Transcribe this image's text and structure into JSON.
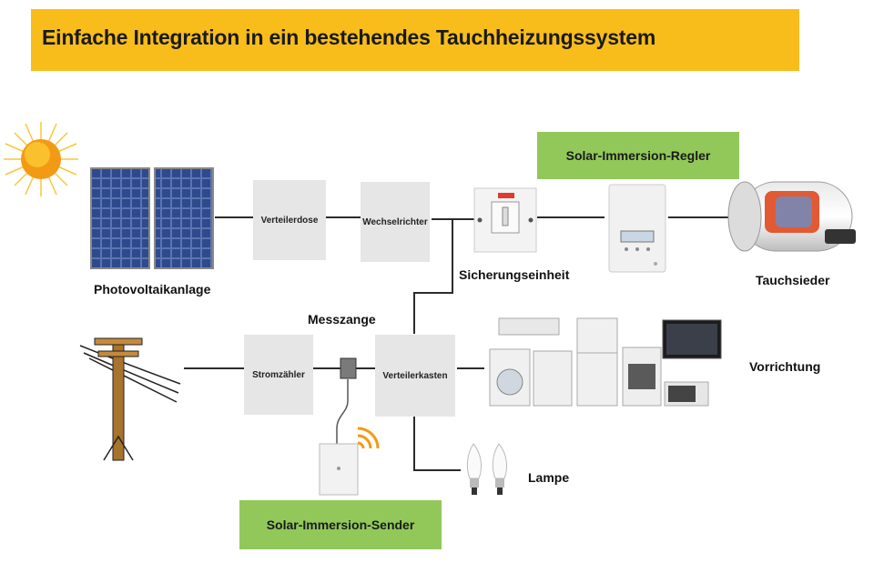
{
  "title": "Einfache Integration in ein bestehendes Tauchheizungssystem",
  "labels": {
    "pv": "Photovoltaikanlage",
    "junction_box": "Verteilerdose",
    "inverter": "Wechselrichter",
    "fuse_unit": "Sicherungseinheit",
    "controller": "Solar-Immersion-Regler",
    "immersion_heater": "Tauchsieder",
    "clamp": "Messzange",
    "meter": "Stromzähler",
    "distribution_box": "Verteilerkasten",
    "appliances": "Vorrichtung",
    "lamp": "Lampe",
    "sender": "Solar-Immersion-Sender"
  },
  "colors": {
    "banner": "#f8bd1b",
    "green_label": "#92c85a",
    "box": "#e6e6e6",
    "line": "#2b2b2b"
  },
  "icons": [
    "sun-icon",
    "solar-panel-icon",
    "power-pole-icon",
    "fuse-switch-icon",
    "controller-device-icon",
    "water-tank-icon",
    "clamp-sensor-icon",
    "sender-device-icon",
    "wifi-icon",
    "appliances-icon",
    "bulb-icon"
  ]
}
